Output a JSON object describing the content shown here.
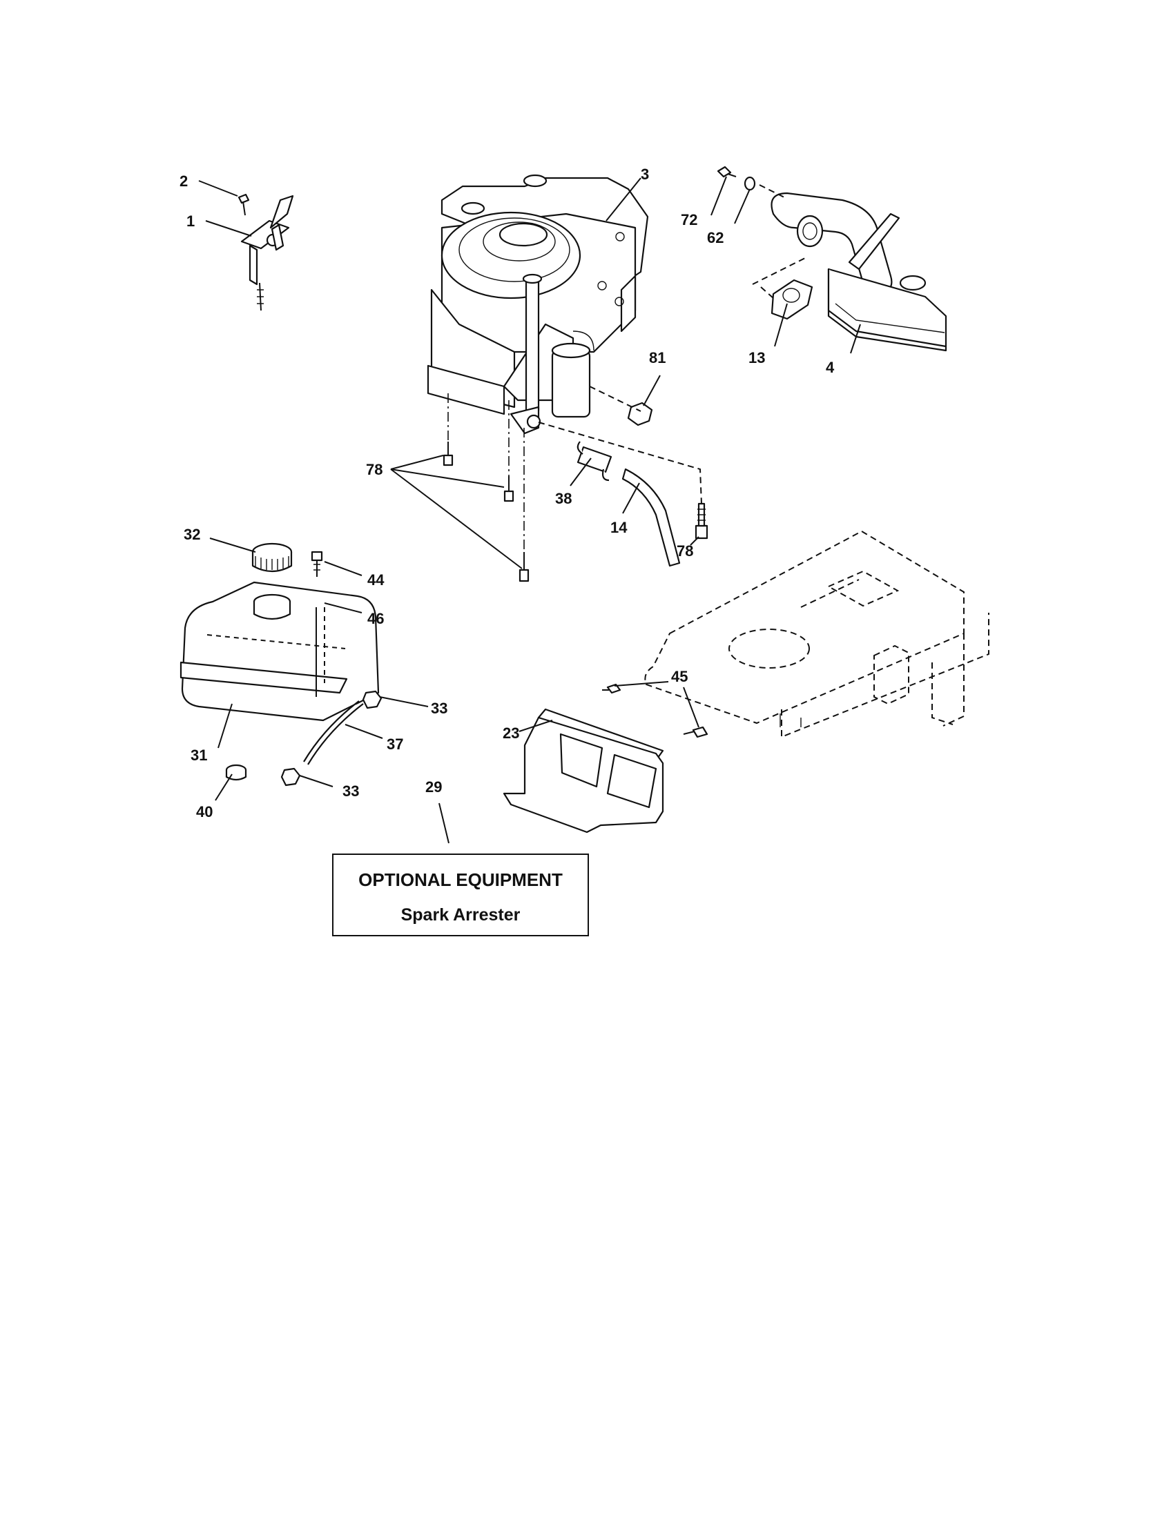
{
  "callouts": {
    "c1": "1",
    "c2": "2",
    "c3": "3",
    "c4": "4",
    "c13": "13",
    "c14": "14",
    "c23": "23",
    "c29": "29",
    "c31": "31",
    "c32": "32",
    "c33a": "33",
    "c33b": "33",
    "c37": "37",
    "c38": "38",
    "c40": "40",
    "c44": "44",
    "c45": "45",
    "c46": "46",
    "c62": "62",
    "c72": "72",
    "c78a": "78",
    "c78b": "78",
    "c81": "81"
  },
  "optional_box": {
    "title": "OPTIONAL EQUIPMENT",
    "subtitle": "Spark Arrester"
  }
}
